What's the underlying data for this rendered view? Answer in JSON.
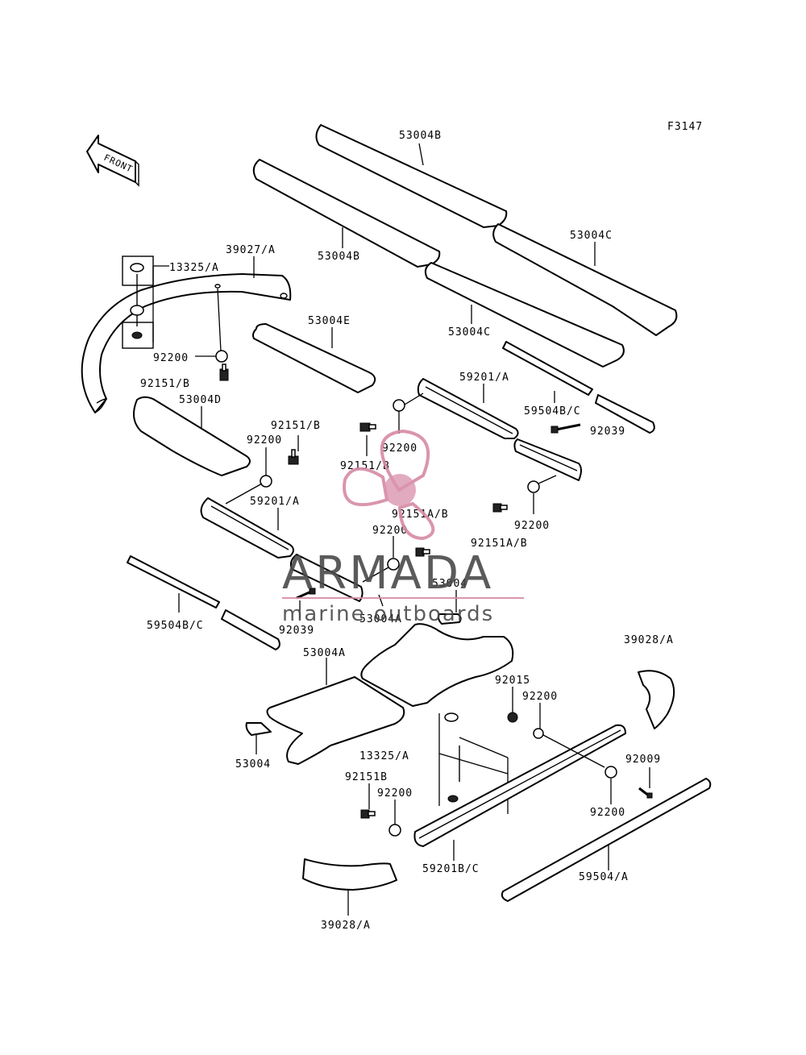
{
  "diagram": {
    "code": "F3147",
    "front_label": "FRONT",
    "watermark": {
      "brand": "ARMADA",
      "tagline": "marine outboards",
      "color_primary": "#4a4a4a",
      "color_accent": "#d68aa6"
    },
    "labels": [
      {
        "id": "l01",
        "text": "53004B"
      },
      {
        "id": "l02",
        "text": "53004B"
      },
      {
        "id": "l03",
        "text": "53004C"
      },
      {
        "id": "l04",
        "text": "53004C"
      },
      {
        "id": "l05",
        "text": "39027/A"
      },
      {
        "id": "l06",
        "text": "13325/A"
      },
      {
        "id": "l07",
        "text": "53004E"
      },
      {
        "id": "l08",
        "text": "92200"
      },
      {
        "id": "l09",
        "text": "92151/B"
      },
      {
        "id": "l10",
        "text": "53004D"
      },
      {
        "id": "l11",
        "text": "59201/A"
      },
      {
        "id": "l12",
        "text": "59504B/C"
      },
      {
        "id": "l13",
        "text": "92039"
      },
      {
        "id": "l14",
        "text": "92151/B"
      },
      {
        "id": "l15",
        "text": "92200"
      },
      {
        "id": "l16",
        "text": "92200"
      },
      {
        "id": "l17",
        "text": "92151/B"
      },
      {
        "id": "l18",
        "text": "59201/A"
      },
      {
        "id": "l19",
        "text": "92151A/B"
      },
      {
        "id": "l20",
        "text": "92200"
      },
      {
        "id": "l21",
        "text": "92151A/B"
      },
      {
        "id": "l22",
        "text": "92200"
      },
      {
        "id": "l23",
        "text": "53004"
      },
      {
        "id": "l24",
        "text": "59504B/C"
      },
      {
        "id": "l25",
        "text": "92039"
      },
      {
        "id": "l26",
        "text": "53004A"
      },
      {
        "id": "l27",
        "text": "53004A"
      },
      {
        "id": "l28",
        "text": "39028/A"
      },
      {
        "id": "l29",
        "text": "92015"
      },
      {
        "id": "l30",
        "text": "92200"
      },
      {
        "id": "l31",
        "text": "53004"
      },
      {
        "id": "l32",
        "text": "13325/A"
      },
      {
        "id": "l33",
        "text": "92009"
      },
      {
        "id": "l34",
        "text": "92151B"
      },
      {
        "id": "l35",
        "text": "92200"
      },
      {
        "id": "l36",
        "text": "92200"
      },
      {
        "id": "l37",
        "text": "59201B/C"
      },
      {
        "id": "l38",
        "text": "59504/A"
      },
      {
        "id": "l39",
        "text": "39028/A"
      }
    ]
  }
}
